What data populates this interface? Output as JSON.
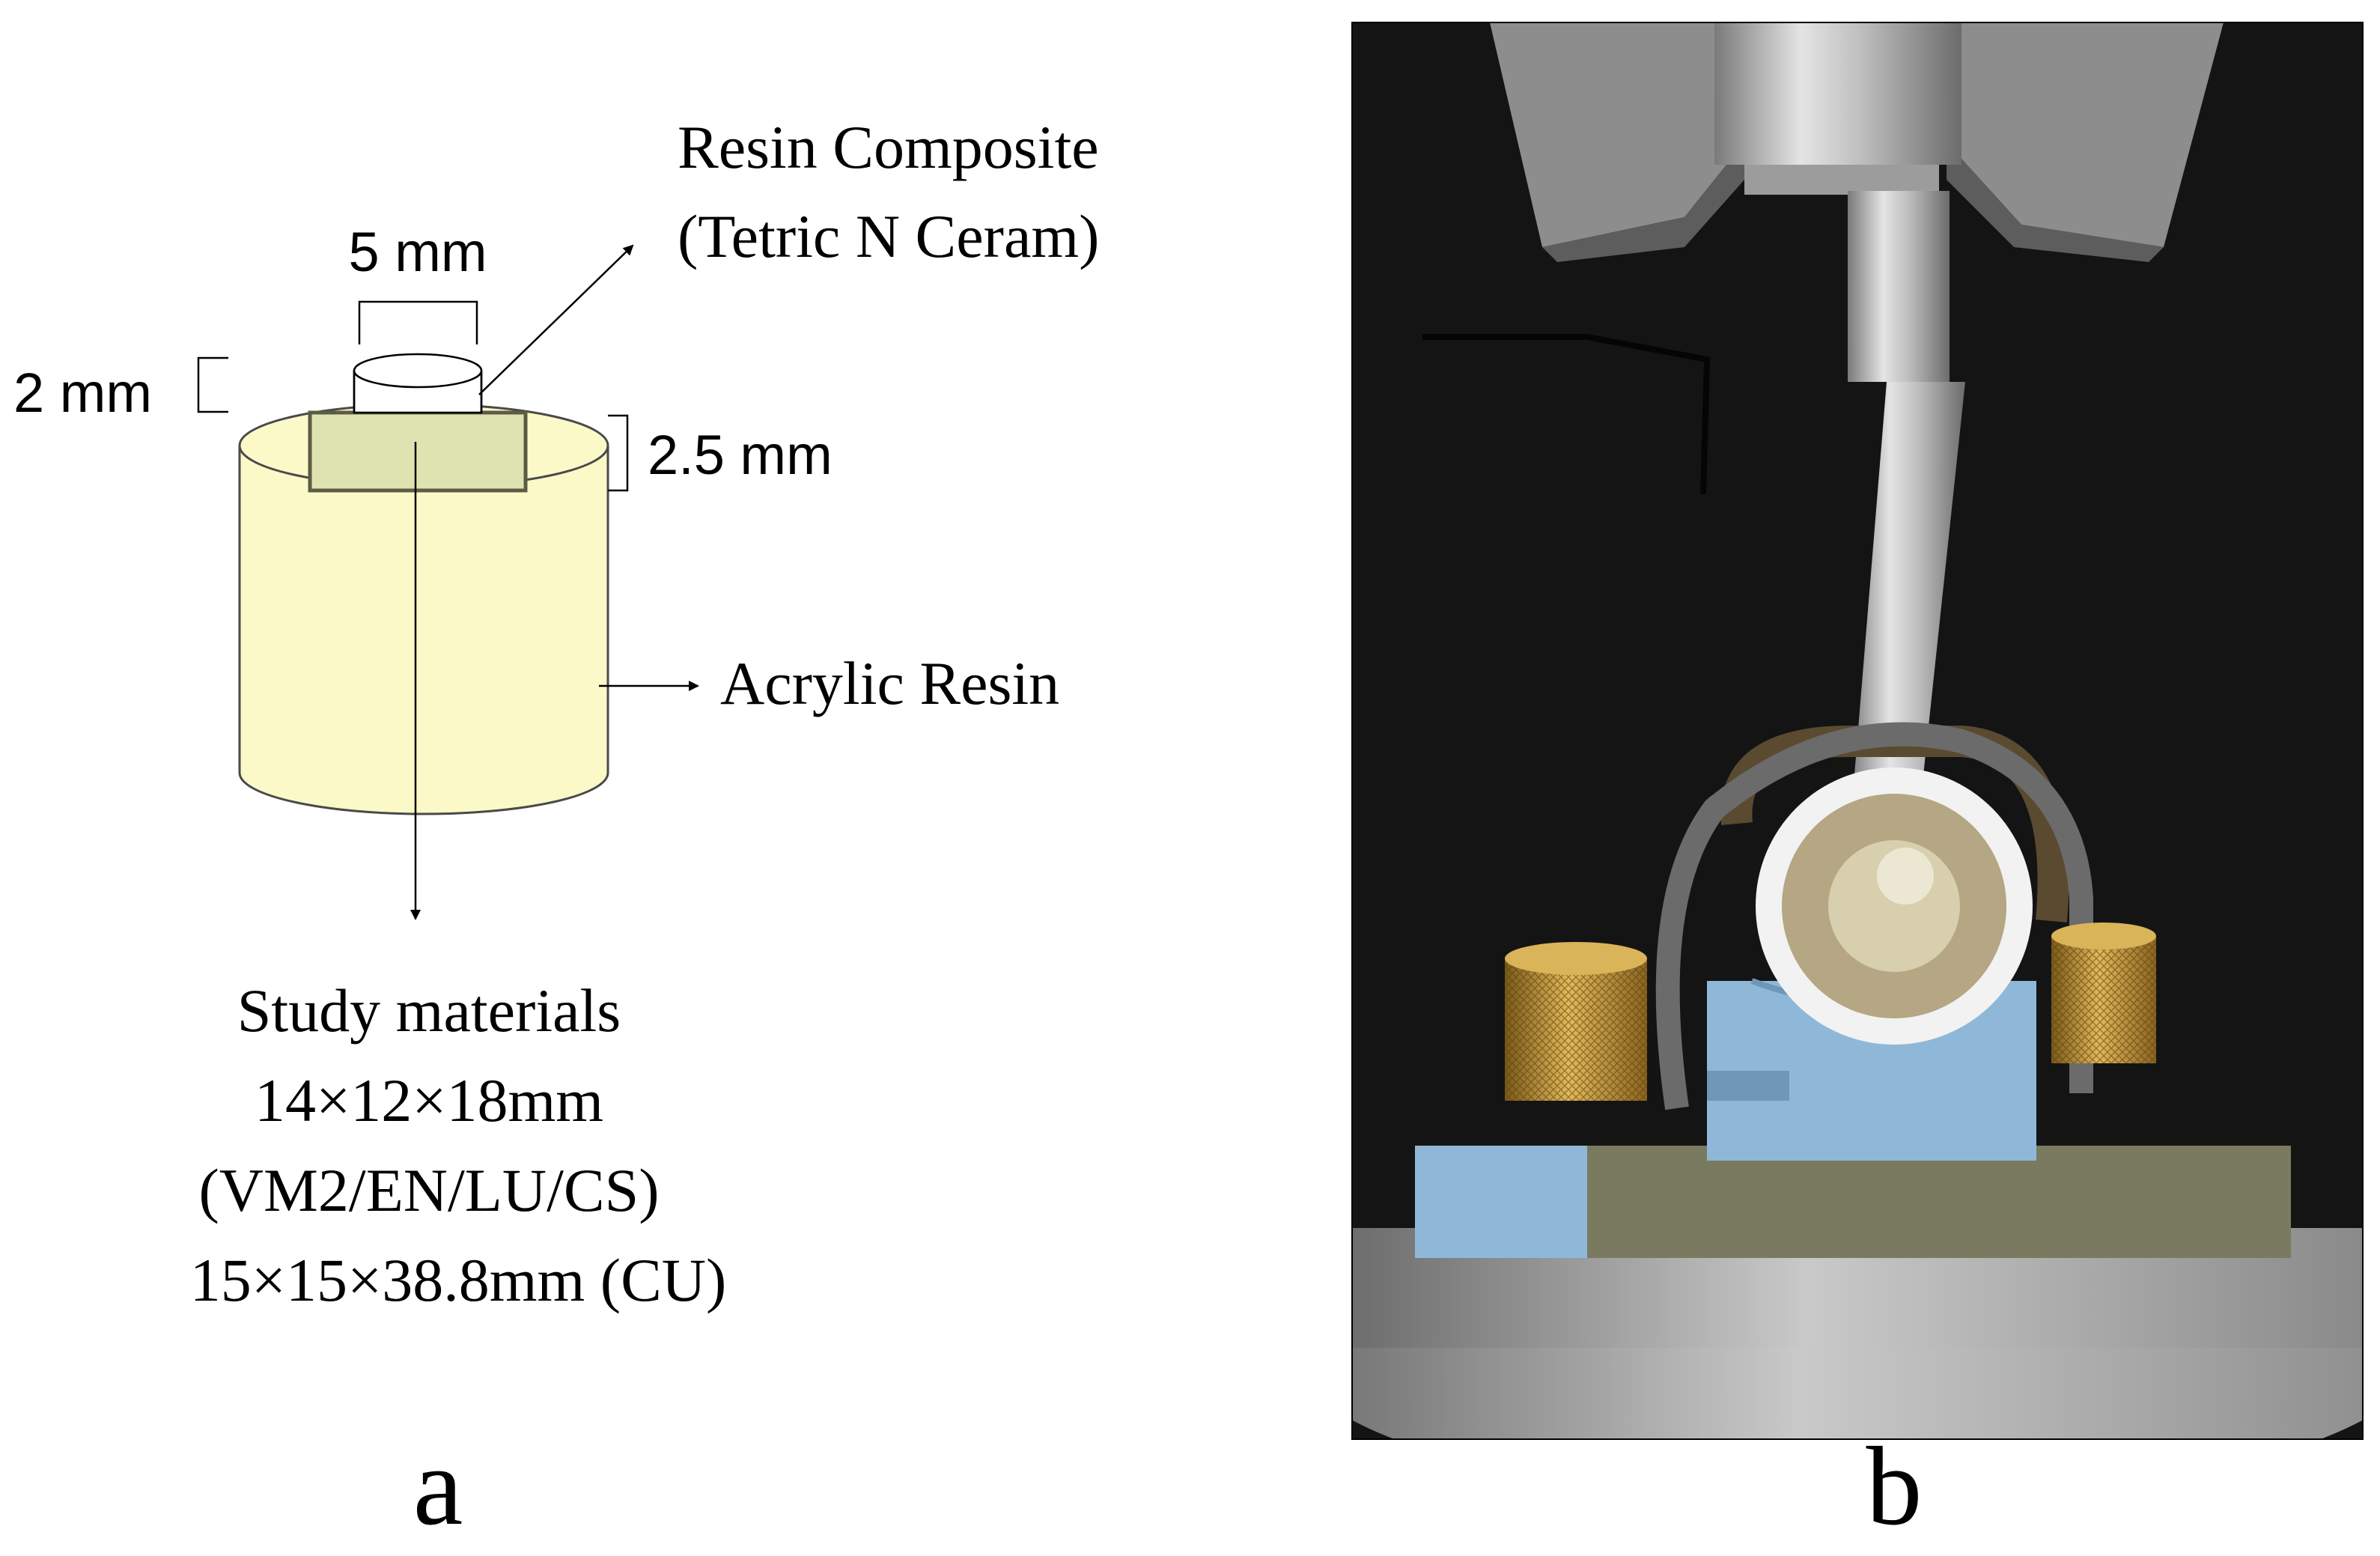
{
  "panel_a": {
    "label": "a",
    "dim_top_width": "5 mm",
    "dim_top_height": "2 mm",
    "dim_layer_height": "2.5 mm",
    "callout_resin_line1": "Resin Composite",
    "callout_resin_line2": "(Tetric N Ceram)",
    "callout_acrylic": "Acrylic Resin",
    "study_line1": "Study materials",
    "study_line2": "14×12×18mm",
    "study_line3": "(VM2/EN/LU/CS)",
    "study_line4": "15×15×38.8mm (CU)"
  },
  "panel_b": {
    "label": "b",
    "photo_description_icon": "shear-bond-test-apparatus-photo"
  },
  "colors": {
    "cylinder_fill": "#fbf9c8",
    "material_block_fill": "#dfe3b2",
    "material_block_stroke": "#5c5c44",
    "photo_bg": "#141414",
    "metal": "#b9b9b9",
    "blue_block": "#8fb8d8",
    "brass": "#c79a3a"
  }
}
